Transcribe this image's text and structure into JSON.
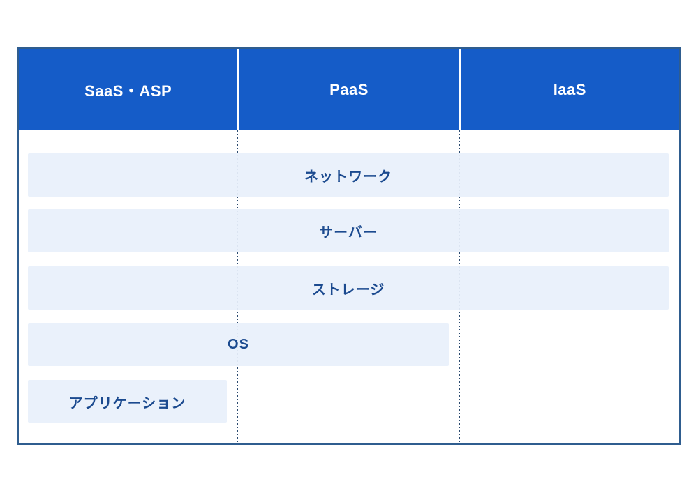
{
  "diagram": {
    "type": "cloud-service-layer-comparison",
    "columns": [
      {
        "id": "saas",
        "label": "SaaS・ASP"
      },
      {
        "id": "paas",
        "label": "PaaS"
      },
      {
        "id": "iaas",
        "label": "IaaS"
      }
    ],
    "layers": [
      {
        "id": "network",
        "label": "ネットワーク",
        "span_columns": 3
      },
      {
        "id": "server",
        "label": "サーバー",
        "span_columns": 3
      },
      {
        "id": "storage",
        "label": "ストレージ",
        "span_columns": 3
      },
      {
        "id": "os",
        "label": "OS",
        "span_columns": 2
      },
      {
        "id": "application",
        "label": "アプリケーション",
        "span_columns": 1
      }
    ],
    "colors": {
      "header_bg": "#155CC8",
      "header_text": "#FFFFFF",
      "layer_bg": "#E8F0FB",
      "layer_text": "#1B4A8F",
      "table_border": "#2F5D8F",
      "dotted_divider": "#2B4A6F",
      "page_bg": "#FFFFFF"
    }
  }
}
